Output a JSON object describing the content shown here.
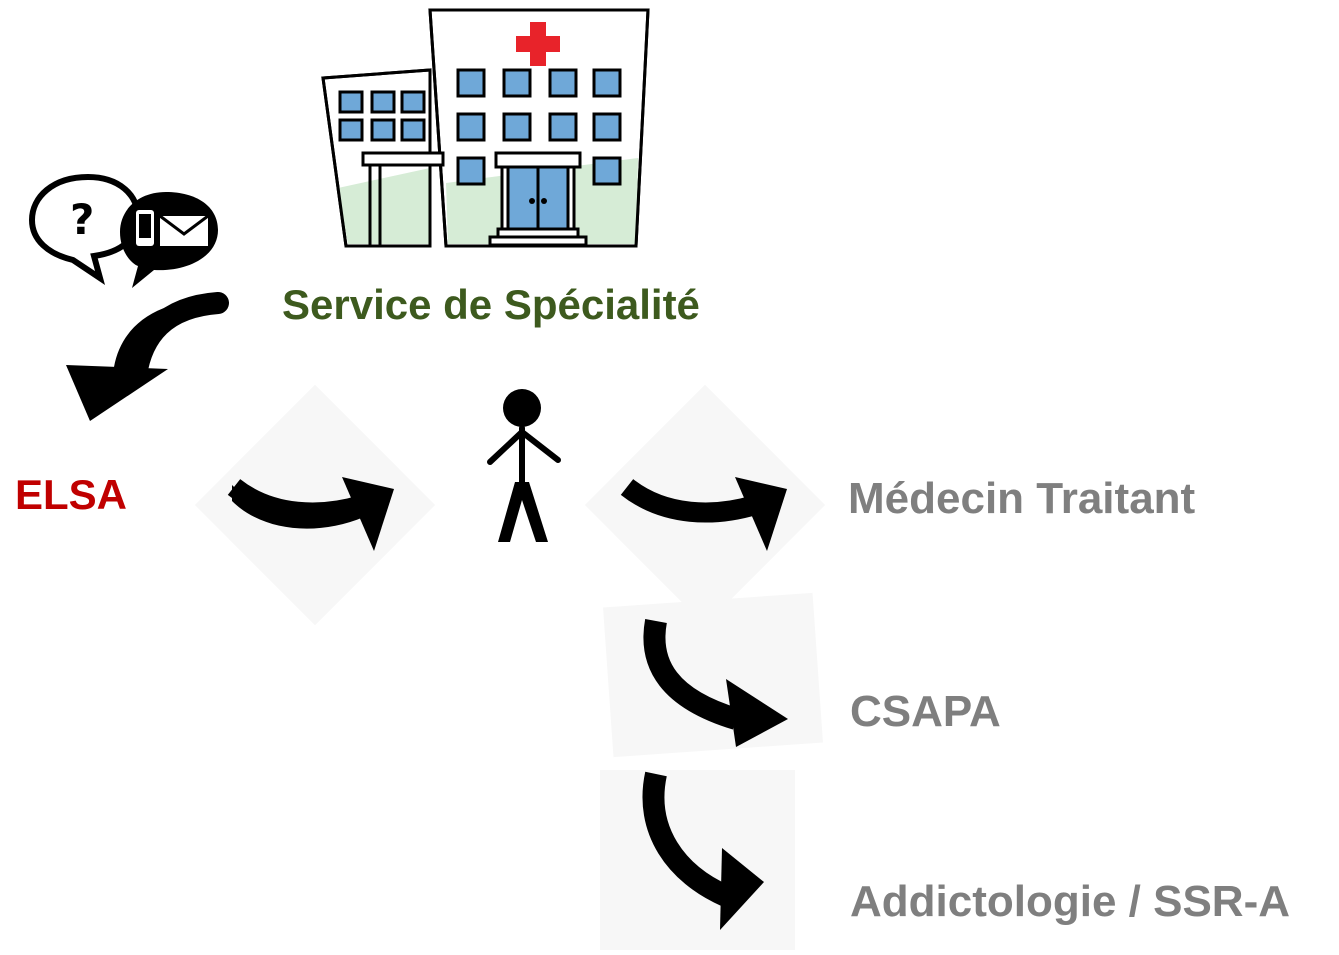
{
  "labels": {
    "elsa": "ELSA",
    "service": "Service de Spécialité",
    "medecin": "Médecin Traitant",
    "csapa": "CSAPA",
    "addictologie": "Addictologie / SSR-A"
  },
  "colors": {
    "elsa": "#c00000",
    "service": "#3d5a1e",
    "destinations": "#7f7f7f",
    "arrow": "#000000",
    "window": "#6fa8d8",
    "cross": "#e8232a"
  },
  "icons": {
    "hospital": "hospital-icon",
    "contact": "question-phone-mail-icon",
    "person": "person-icon",
    "arrow": "curved-arrow-icon"
  }
}
